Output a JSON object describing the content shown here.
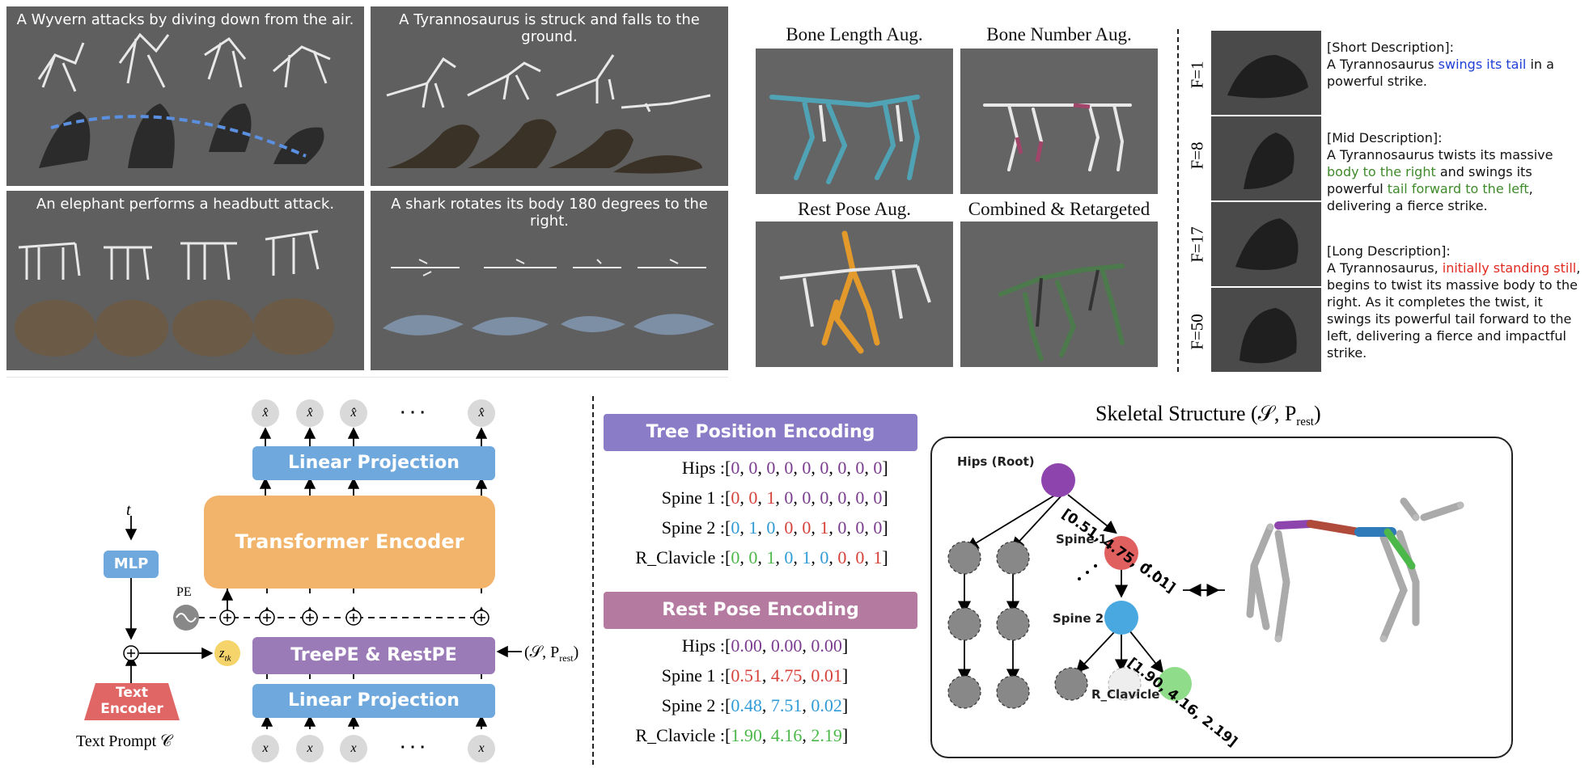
{
  "top_left_panels": [
    {
      "caption": "A Wyvern attacks by diving down from the air."
    },
    {
      "caption": "A Tyrannosaurus is struck and falls to the ground."
    },
    {
      "caption": "An elephant performs a headbutt attack."
    },
    {
      "caption": "A shark rotates its body 180 degrees to the right."
    }
  ],
  "augmentation": {
    "bone_length": "Bone Length Aug.",
    "bone_number": "Bone Number Aug.",
    "rest_pose": "Rest Pose Aug.",
    "combined": "Combined & Retargeted"
  },
  "frames": [
    "F=1",
    "F=8",
    "F=17",
    "F=50"
  ],
  "descriptions": {
    "short_head": "[Short Description]:",
    "short_a": "A Tyrannosaurus ",
    "short_hl": "swings its tail",
    "short_b": " in a powerful strike.",
    "mid_head": "[Mid Description]:",
    "mid_a": "A Tyrannosaurus twists its massive ",
    "mid_hl1": "body to the right",
    "mid_b": " and swings its powerful ",
    "mid_hl2": "tail forward to the left",
    "mid_c": ", delivering a fierce strike.",
    "long_head": "[Long Description]:",
    "long_a": "A Tyrannosaurus, ",
    "long_hl": "initially standing still",
    "long_b": ", begins to twist its massive body to the right. As it completes the twist, it swings its powerful tail forward to the left, delivering a fierce and impactful strike."
  },
  "architecture": {
    "linear_top": "Linear Projection",
    "transformer": "Transformer Encoder",
    "tree_pe": "TreePE & RestPE",
    "linear_bottom": "Linear Projection",
    "mlp": "MLP",
    "t_label": "t",
    "pe_label": "PE",
    "ztk": "z",
    "ztk_sub": "tk",
    "text_encoder": "Text Encoder",
    "text_prompt": "Text Prompt 𝒞",
    "cond_label": "(𝒮, P",
    "cond_sub": "rest",
    "cond_end": ")",
    "dots": "· · ·"
  },
  "tree_position_encoding": {
    "title": "Tree Position Encoding",
    "rows": [
      {
        "name": "Hips",
        "vals": [
          "0",
          "0",
          "0",
          "0",
          "0",
          "0",
          "0",
          "0",
          "0"
        ]
      },
      {
        "name": "Spine 1",
        "vals": [
          "0",
          "0",
          "1",
          "0",
          "0",
          "0",
          "0",
          "0",
          "0"
        ]
      },
      {
        "name": "Spine 2",
        "vals": [
          "0",
          "1",
          "0",
          "0",
          "0",
          "1",
          "0",
          "0",
          "0"
        ]
      },
      {
        "name": "R_Clavicle",
        "vals": [
          "0",
          "0",
          "1",
          "0",
          "1",
          "0",
          "0",
          "0",
          "1"
        ]
      }
    ]
  },
  "rest_pose_encoding": {
    "title": "Rest Pose Encoding",
    "rows": [
      {
        "name": "Hips",
        "vals": [
          "0.00",
          "0.00",
          "0.00"
        ]
      },
      {
        "name": "Spine 1",
        "vals": [
          "0.51",
          "4.75",
          "0.01"
        ]
      },
      {
        "name": "Spine 2",
        "vals": [
          "0.48",
          "7.51",
          "0.02"
        ]
      },
      {
        "name": "R_Clavicle",
        "vals": [
          "1.90",
          "4.16",
          "2.19"
        ]
      }
    ]
  },
  "skeletal": {
    "title": "Skeletal Structure (𝒮, P",
    "title_sub": "rest",
    "title_end": ")",
    "hips": "Hips (Root)",
    "spine1": "Spine 1",
    "spine2": "Spine 2",
    "rclav": "R_Clavicle",
    "edge1": "[0.51, 4.75, 0.01]",
    "edge2": "[1.90, 4.16, 2.19]"
  },
  "colors": {
    "linear": "#6fa8dc",
    "transformer": "#f2b46b",
    "tree_pe": "#8e7cc3",
    "text_encoder": "#e06666",
    "tree_head": "#8a7cc7",
    "rest_head": "#b57a9f",
    "hips_node": "#8e44ad",
    "spine1_node": "#e06060",
    "spine2_node": "#4aa8e0",
    "rclav_node": "#8fdc8a"
  }
}
